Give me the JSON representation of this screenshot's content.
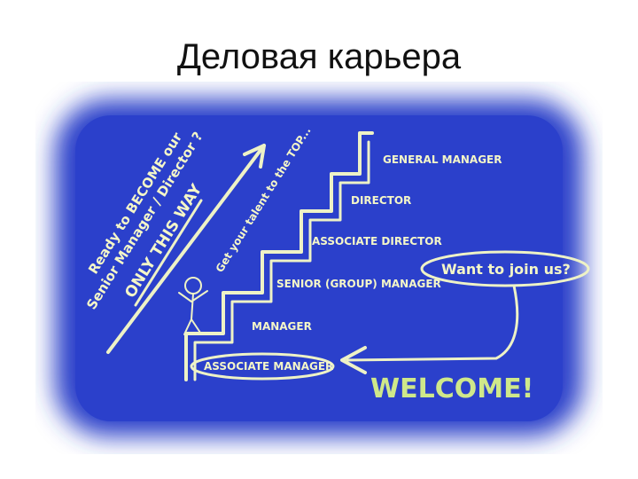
{
  "title": "Деловая карьера",
  "colors": {
    "board": "#2a3fc9",
    "board_edge": "#ffffff",
    "chalk": "#f4f6c8",
    "welcome": "#cfe88a"
  },
  "left_text": {
    "line1": "Ready to BECOME our",
    "line2": "Senior Manager / Director ?",
    "line3": "ONLY THIS WAY"
  },
  "talent_text": "Get your talent to the TOP...",
  "levels": {
    "general_manager": "GENERAL MANAGER",
    "director": "DIRECTOR",
    "associate_director": "ASSOCIATE DIRECTOR",
    "senior_manager": "SENIOR (GROUP) MANAGER",
    "manager": "MANAGER",
    "associate_manager": "ASSOCIATE MANAGER"
  },
  "join_text": "Want to join us?",
  "welcome_text": "WELCOME!"
}
